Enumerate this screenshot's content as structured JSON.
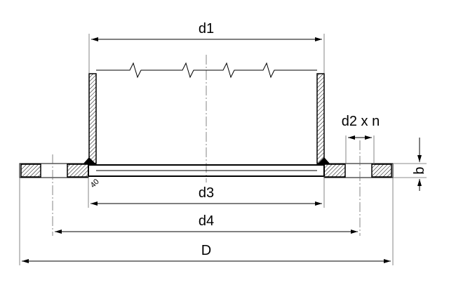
{
  "labels": {
    "d1": "d1",
    "d2n": "d2 x n",
    "d3": "d3",
    "d4": "d4",
    "D": "D",
    "b": "b",
    "angle": "40"
  }
}
